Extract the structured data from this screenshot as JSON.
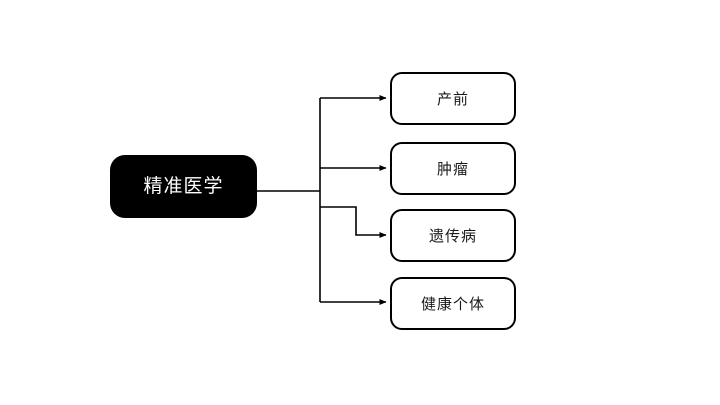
{
  "diagram": {
    "type": "tree",
    "orientation": "left-to-right",
    "background_color": "#ffffff",
    "line_color": "#000000",
    "root": {
      "label": "精准医学",
      "fill_color": "#000000",
      "text_color": "#ffffff"
    },
    "children": [
      {
        "label": "产前",
        "fill_color": "#ffffff",
        "text_color": "#1a1a1a"
      },
      {
        "label": "肿瘤",
        "fill_color": "#ffffff",
        "text_color": "#1a1a1a"
      },
      {
        "label": "遗传病",
        "fill_color": "#ffffff",
        "text_color": "#1a1a1a"
      },
      {
        "label": "健康个体",
        "fill_color": "#ffffff",
        "text_color": "#1a1a1a"
      }
    ]
  }
}
